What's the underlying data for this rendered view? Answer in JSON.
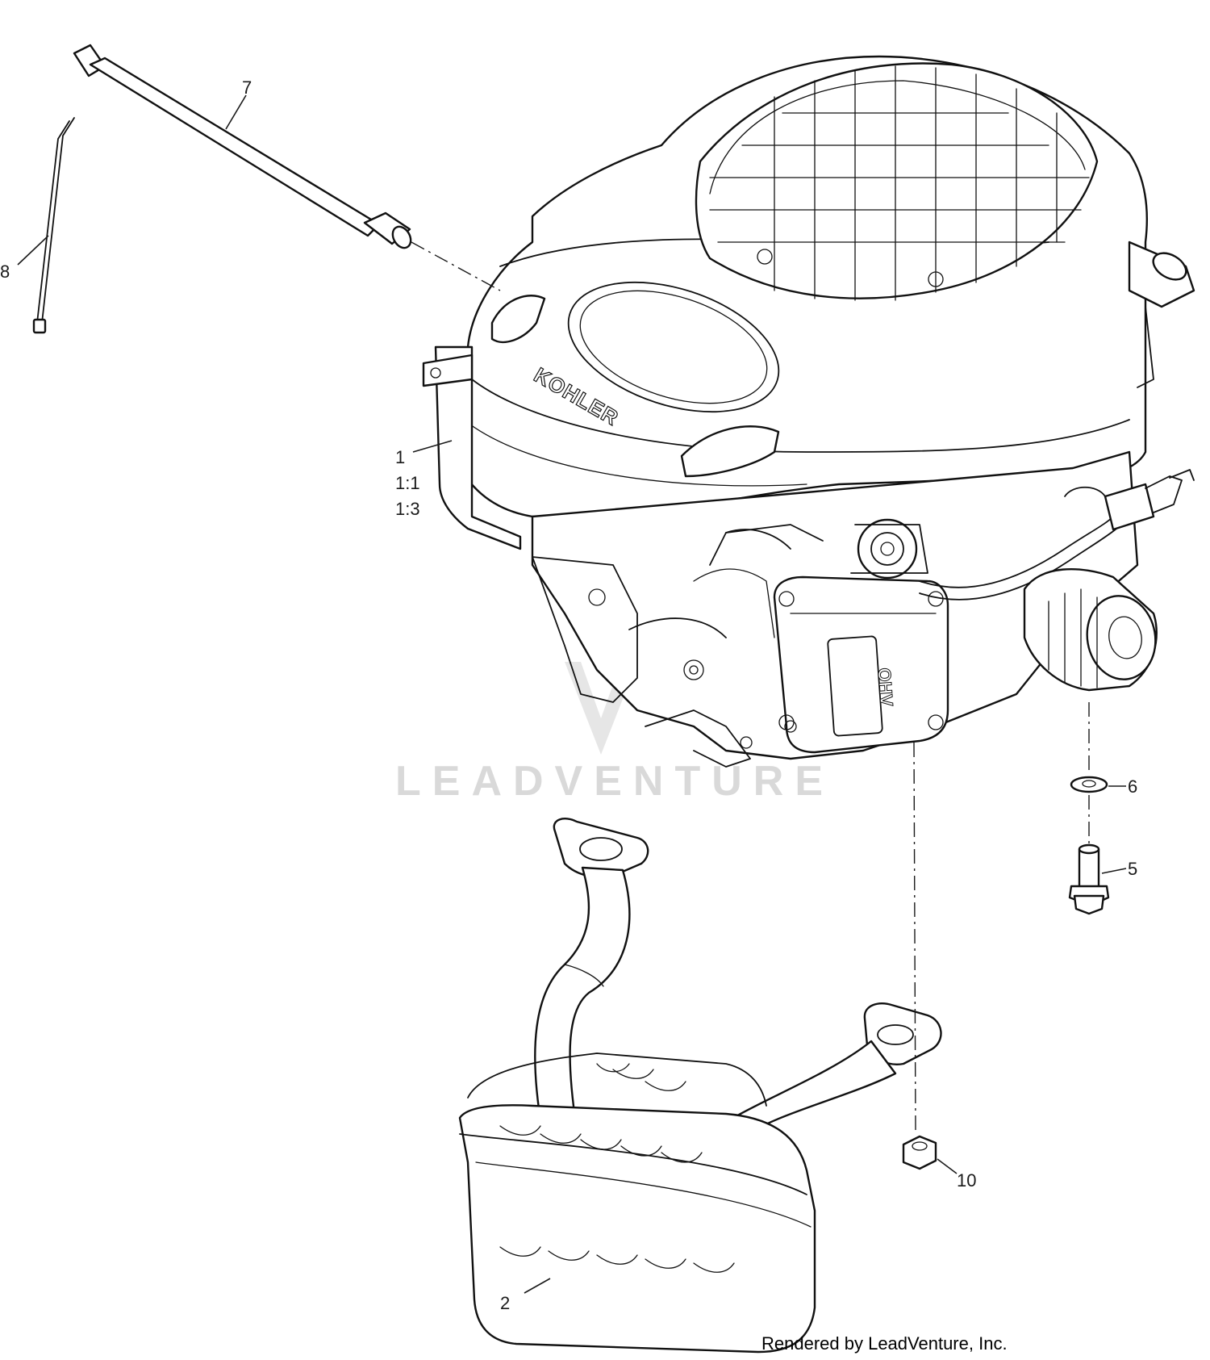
{
  "callouts": {
    "c7": "7",
    "c8": "8",
    "c1": "1",
    "c1_1": "1:1",
    "c1_3": "1:3",
    "c6": "6",
    "c5": "5",
    "c10": "10",
    "c2": "2"
  },
  "engine": {
    "brand": "KOHLER",
    "head_mark": "OHV"
  },
  "watermark": "LEADVENTURE",
  "credit": "Rendered by LeadVenture, Inc.",
  "icons": [
    "dipstick-tube",
    "cable-tie",
    "engine",
    "washer",
    "bolt",
    "nut",
    "muffler"
  ]
}
